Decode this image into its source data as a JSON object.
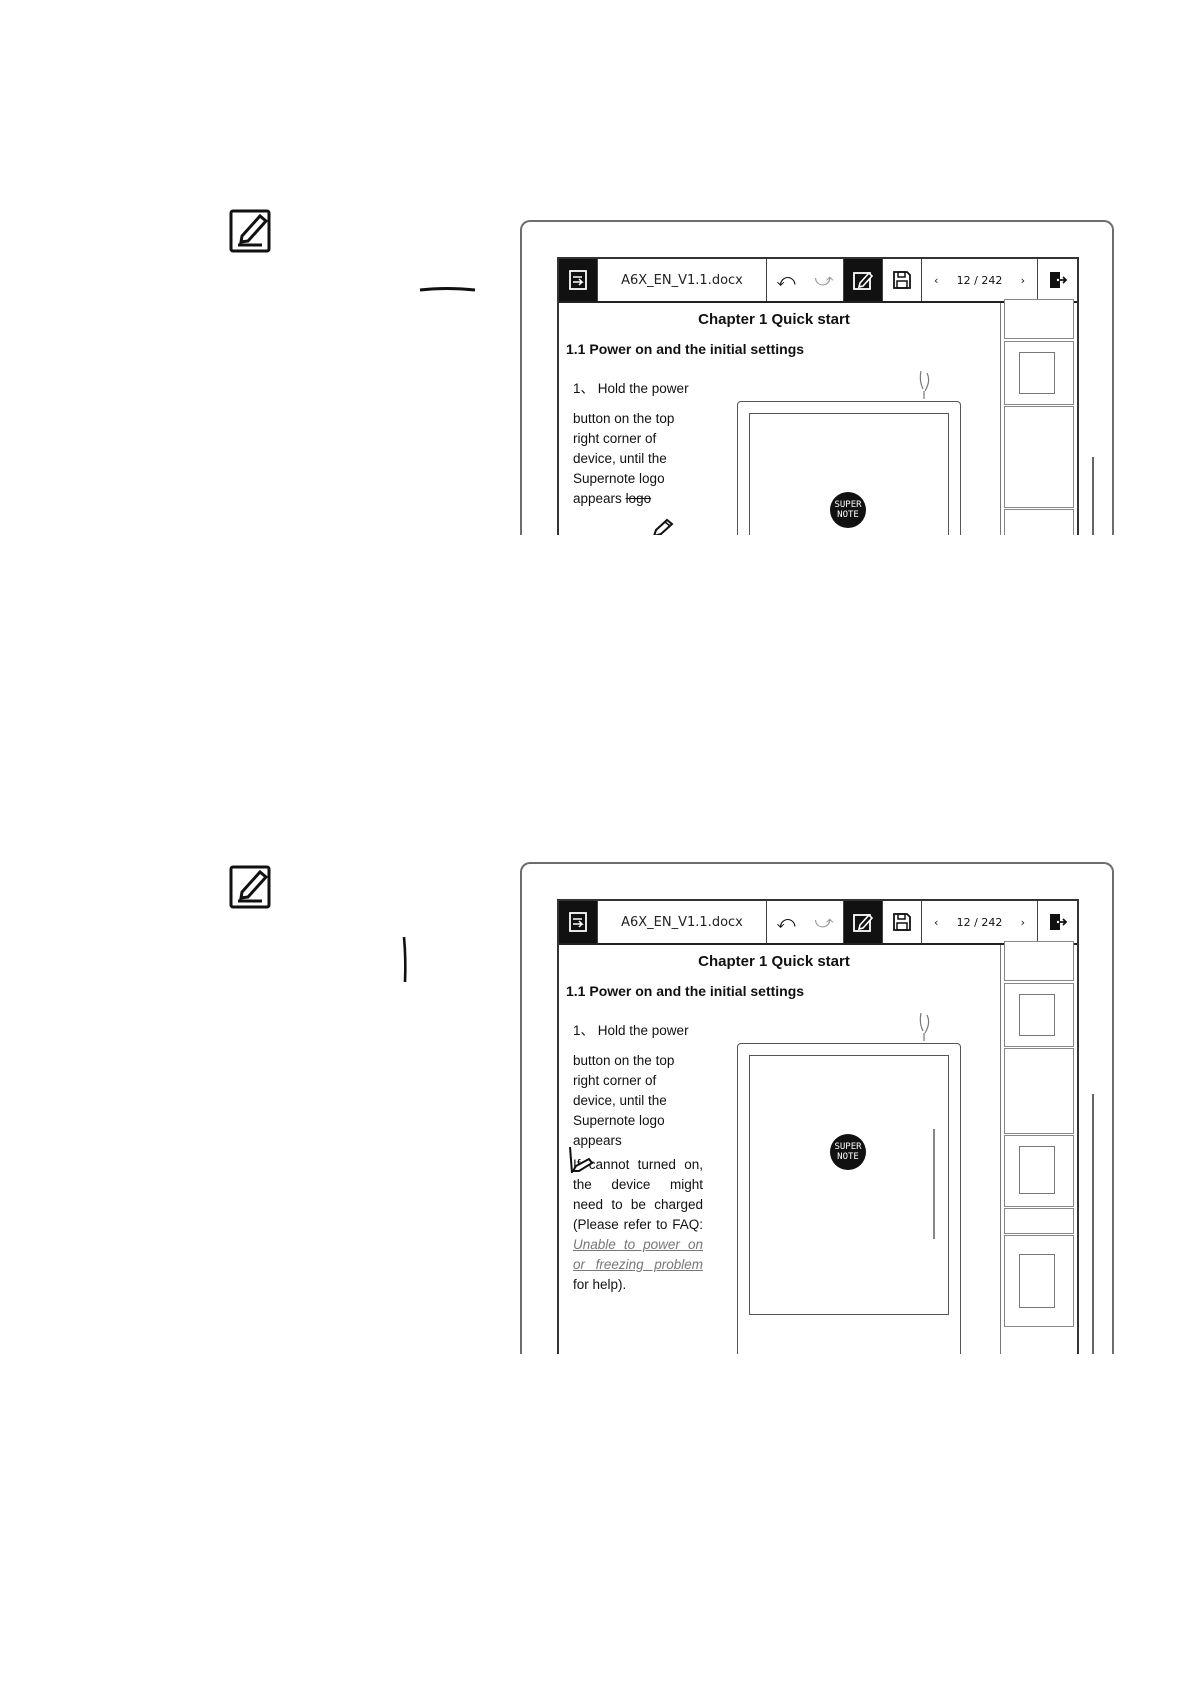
{
  "screens": [
    {
      "toolbar": {
        "filename": "A6X_EN_V1.1.docx",
        "page_indicator": "12 / 242"
      },
      "doc": {
        "chapter": "Chapter 1 Quick start",
        "section": "1.1 Power on and the initial settings",
        "lines": [
          "1、 Hold the power",
          "button on the top",
          "right corner of",
          "device, until the",
          "Supernote logo",
          "appears"
        ],
        "struck_word": "logo"
      },
      "logo": {
        "line1": "SUPER",
        "line2": "NOTE"
      }
    },
    {
      "toolbar": {
        "filename": "A6X_EN_V1.1.docx",
        "page_indicator": "12 / 242"
      },
      "doc": {
        "chapter": "Chapter 1 Quick start",
        "section": "1.1 Power on and the initial settings",
        "lines": [
          "1、 Hold the power",
          "button on the top",
          "right corner of",
          "device, until the",
          "Supernote logo",
          "appears"
        ],
        "para2": [
          "If cannot turned on,",
          "the device might",
          "need to be charged",
          "(Please refer to FAQ:"
        ],
        "link_lines": [
          "Unable to power on",
          "or freezing problem"
        ],
        "tail": "for help)."
      },
      "logo": {
        "line1": "SUPER",
        "line2": "NOTE"
      }
    }
  ],
  "icons": {
    "page_icon": "edit-note-icon",
    "toolbar": [
      "document-switch-icon",
      "undo-icon",
      "redo-icon",
      "edit-mode-icon",
      "save-icon",
      "chevron-left-icon",
      "chevron-right-icon",
      "exit-icon"
    ]
  }
}
